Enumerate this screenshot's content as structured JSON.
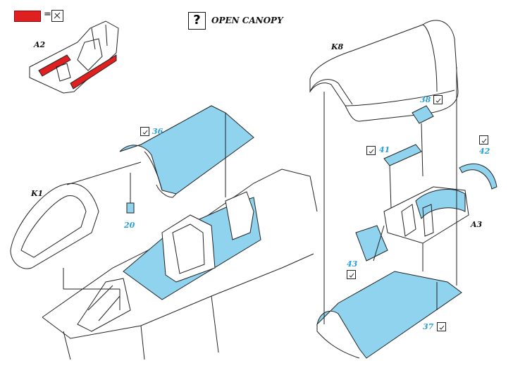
{
  "header": {
    "help_glyph": "?",
    "title": "OPEN CANOPY",
    "legend_equals": "="
  },
  "colors": {
    "etch_blue": "#8fd3ee",
    "label_blue": "#2a9fd6",
    "red_part": "#e02020",
    "line": "#222222"
  },
  "parts": {
    "a2": "A2",
    "k8": "K8",
    "k1": "K1",
    "a3": "A3",
    "p36": "36",
    "p20": "20",
    "p38": "38",
    "p41": "41",
    "p42": "42",
    "p43": "43",
    "p37": "37"
  }
}
